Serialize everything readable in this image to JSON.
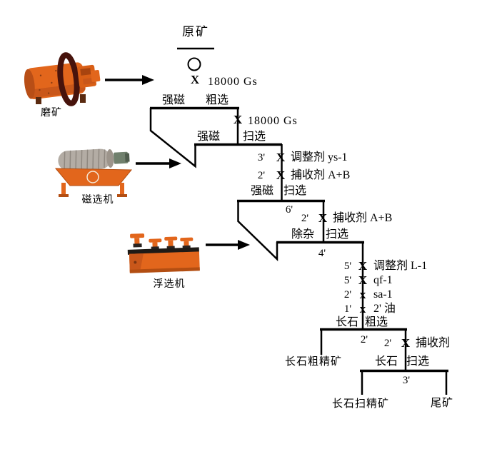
{
  "flowsheet": {
    "feed_label": "原矿",
    "field_marks": [
      {
        "mark": "X",
        "value": "18000 Gs"
      },
      {
        "mark": "X",
        "value": "18000 Gs"
      }
    ],
    "stages": [
      {
        "left": "强磁",
        "right": "粗选"
      },
      {
        "left": "强磁",
        "right": "扫选"
      },
      {
        "left": "强磁",
        "right": "扫选",
        "time": "6'"
      },
      {
        "left": "除杂",
        "right": "扫选",
        "time": "4'"
      },
      {
        "left": "长石",
        "right": "粗选",
        "time": "2'"
      },
      {
        "left": "长石",
        "right": "扫选",
        "time": "3'"
      }
    ],
    "reagents": [
      {
        "time": "3'",
        "mark": "X",
        "name": "调整剂 ys-1"
      },
      {
        "time": "2'",
        "mark": "X",
        "name": "捕收剂 A+B"
      },
      {
        "time": "2'",
        "mark": "X",
        "name": "捕收剂 A+B"
      },
      {
        "time": "5'",
        "mark": "X",
        "name": "调整剂 L-1"
      },
      {
        "time": "5'",
        "mark": "X",
        "name": "qf-1"
      },
      {
        "time": "2'",
        "mark": "x",
        "name": "sa-1"
      },
      {
        "time": "1'",
        "mark": "x",
        "name": "2' 油"
      },
      {
        "time": "2'",
        "mark": "X",
        "name": "捕收剂"
      }
    ],
    "products": [
      "长石粗精矿",
      "长石扫精矿",
      "尾矿"
    ],
    "machines": [
      {
        "label": "磨矿"
      },
      {
        "label": "磁选机"
      },
      {
        "label": "浮选机"
      }
    ],
    "colors": {
      "machine_orange": "#E2661C",
      "line_black": "#000000"
    }
  }
}
